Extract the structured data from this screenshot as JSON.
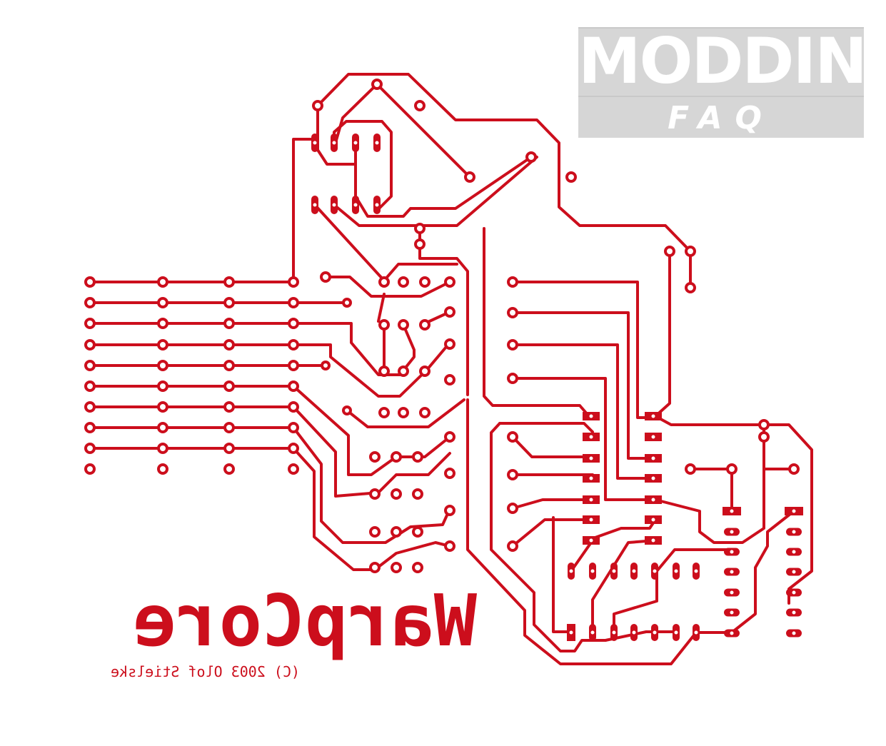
{
  "colors": {
    "copper": "#cc0e1c",
    "background": "#ffffff",
    "logo_bg": "#d6d6d6",
    "logo_text": "#ffffff"
  },
  "board": {
    "title": "WarpCore",
    "credit": "(C) 2003 Olof Stielske"
  },
  "logo": {
    "main": "MODDING",
    "sub": "FAQ"
  }
}
